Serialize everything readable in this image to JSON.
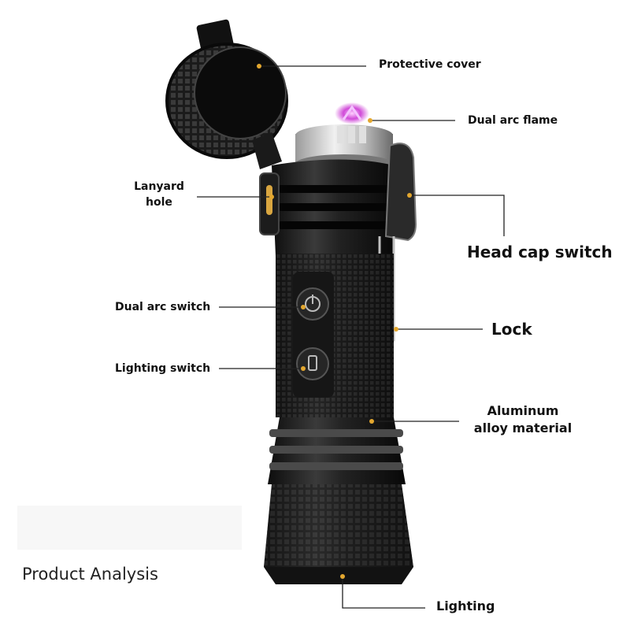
{
  "labels": {
    "protective_cover": "Protective cover",
    "dual_arc_flame": "Dual arc flame",
    "lanyard_hole_line1": "Lanyard",
    "lanyard_hole_line2": "hole",
    "head_cap_switch": "Head cap switch",
    "dual_arc_switch": "Dual arc switch",
    "lock": "Lock",
    "lighting_switch": "Lighting switch",
    "aluminum_line1": "Aluminum",
    "aluminum_line2": "alloy material",
    "lighting": "Lighting"
  },
  "caption": "Product Analysis",
  "colors": {
    "body": "#1a1a1a",
    "leader_line": "#222222",
    "anchor_dot": "#e3a72f",
    "arc_glow": "#d04ad8"
  }
}
